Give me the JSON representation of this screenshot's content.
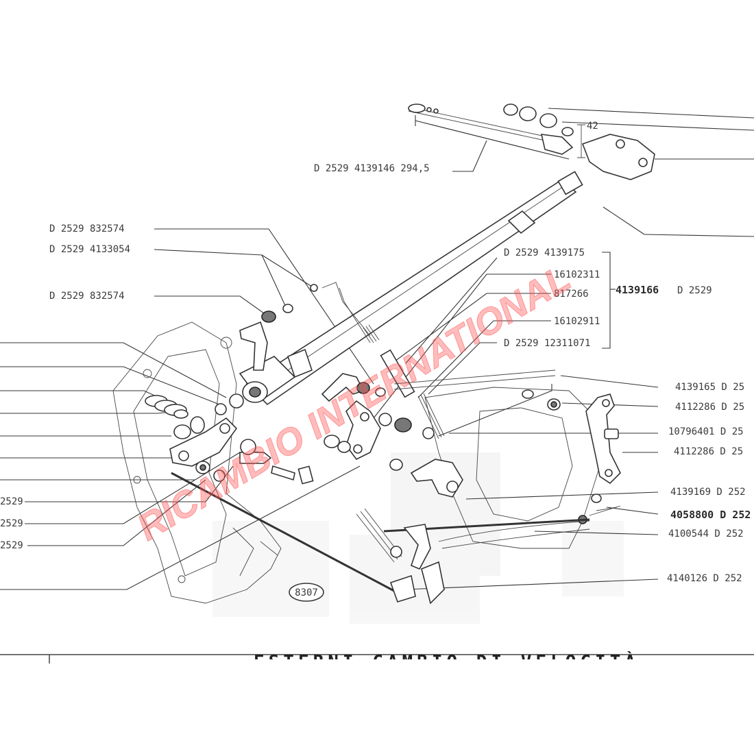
{
  "callouts": [
    {
      "id": "c1",
      "text": "D 2529   4139146  294,5"
    },
    {
      "id": "c2",
      "text": "D  2529    832574"
    },
    {
      "id": "c3",
      "text": "D  2529   4133054"
    },
    {
      "id": "c4",
      "text": "D  2529    832574"
    },
    {
      "id": "c5",
      "text": "D  2529   4139175"
    },
    {
      "id": "c6",
      "text": "16102311"
    },
    {
      "id": "c7",
      "text": "817266"
    },
    {
      "id": "c8",
      "text": "16102911"
    },
    {
      "id": "c9",
      "text": "D  2529    12311071"
    },
    {
      "id": "c10",
      "text": "D  2529"
    },
    {
      "id": "c11",
      "text": "4139165   D 25"
    },
    {
      "id": "c12",
      "text": "4112286   D 25"
    },
    {
      "id": "c13",
      "text": "10796401  D 25"
    },
    {
      "id": "c14",
      "text": "4112286   D 25"
    },
    {
      "id": "c15",
      "text": "4139169   D 252"
    },
    {
      "id": "c16",
      "text": "4058800   D 252"
    },
    {
      "id": "c17",
      "text": "4100544   D 252"
    },
    {
      "id": "c18",
      "text": "4140126   D 252"
    },
    {
      "id": "c19",
      "text": "2529"
    },
    {
      "id": "c20",
      "text": "2529"
    },
    {
      "id": "c21",
      "text": "2529"
    }
  ],
  "group_label": "4139166",
  "dimension": "42",
  "figure_number": "8307",
  "section_title": "ESTERNI CAMBIO DI VELOCITÀ",
  "watermark": "RICAMBIO INTERNATIONAL"
}
